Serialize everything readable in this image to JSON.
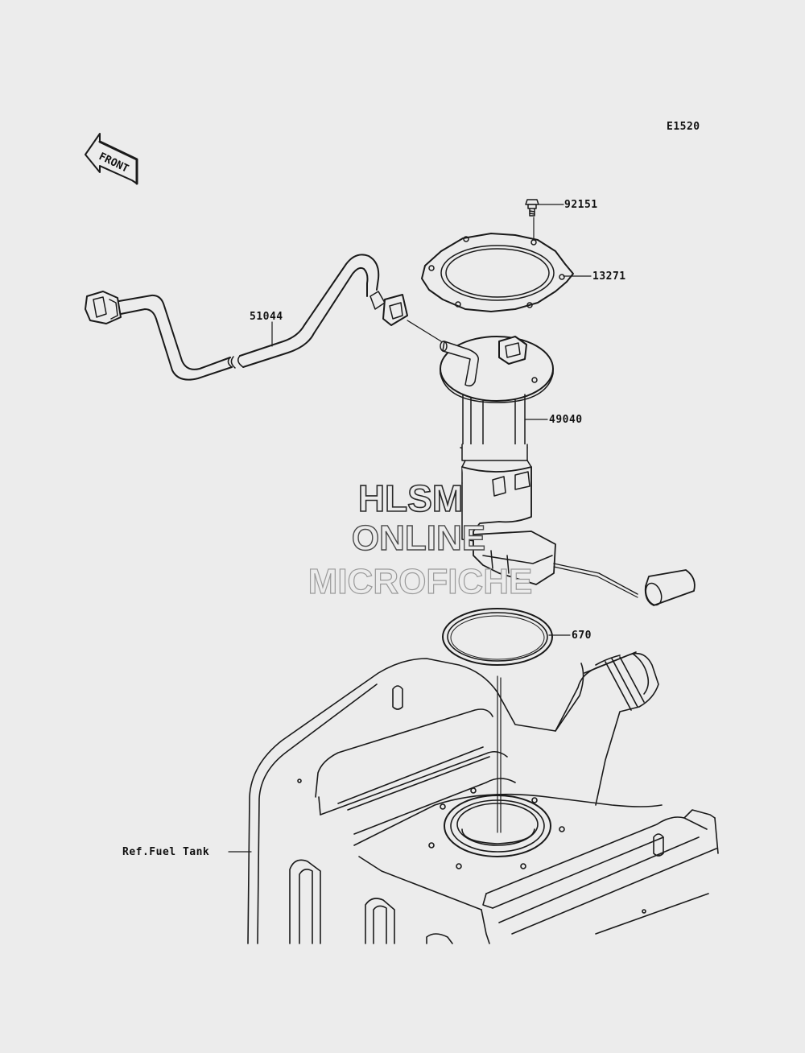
{
  "diagram_code": "E1520",
  "front_label": "FRONT",
  "parts": {
    "bolt": "92151",
    "gasket_plate": "13271",
    "hose": "51044",
    "fuel_pump": "49040",
    "o_ring": "670",
    "fuel_tank": "Ref.Fuel Tank"
  },
  "watermark": {
    "line1": "HLSM",
    "line2": "ONLINE",
    "line3": "MICROFICHE"
  }
}
